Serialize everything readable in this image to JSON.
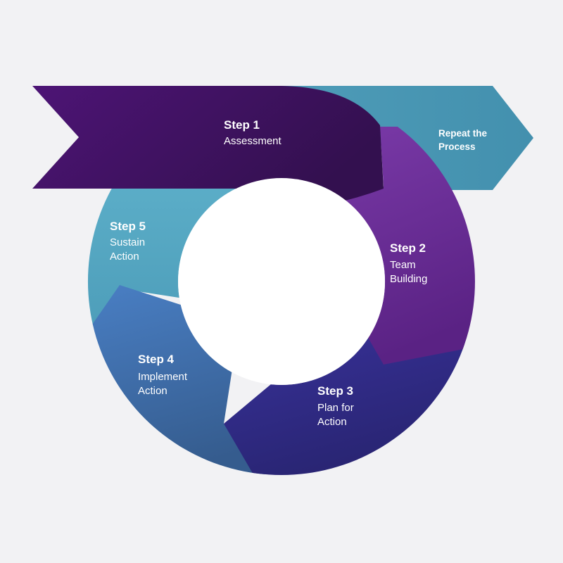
{
  "diagram": {
    "steps": [
      {
        "title": "Step 1",
        "lines": [
          "Assessment"
        ]
      },
      {
        "title": "Step 2",
        "lines": [
          "Team",
          "Building"
        ]
      },
      {
        "title": "Step 3",
        "lines": [
          "Plan for",
          "Action"
        ]
      },
      {
        "title": "Step 4",
        "lines": [
          "Implement",
          "Action"
        ]
      },
      {
        "title": "Step 5",
        "lines": [
          "Sustain",
          "Action"
        ]
      }
    ],
    "repeat": {
      "lines": [
        "Repeat the",
        "Process"
      ]
    },
    "colors": {
      "background": "#f2f2f4",
      "step1": "#3a0f5c",
      "step2": "#6a2f96",
      "step3": "#2f2a86",
      "step4": "#3f6fae",
      "step5": "#55a7c2",
      "repeat": "#4a98b4",
      "center": "#ffffff"
    }
  }
}
